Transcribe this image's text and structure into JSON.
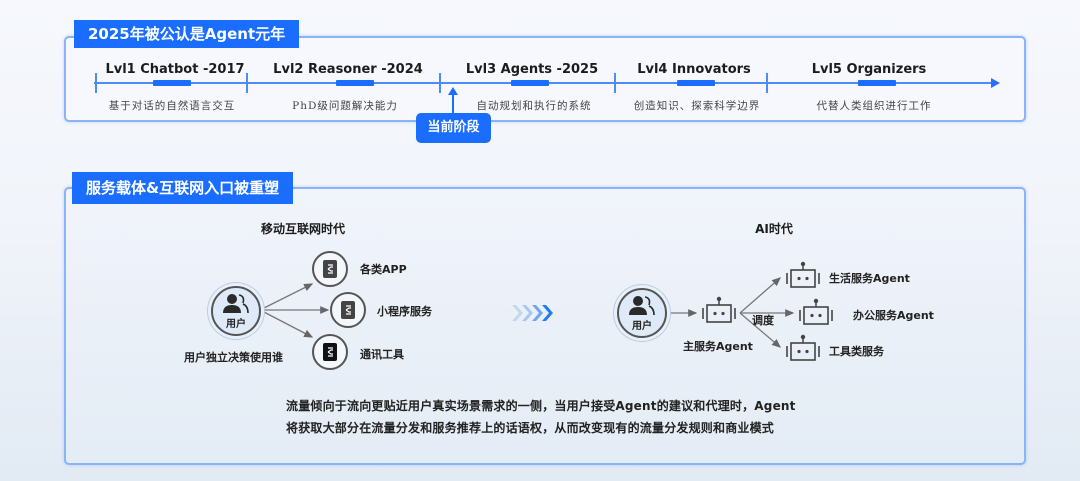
{
  "timeline_section": {
    "tag": "2025年被公认是Agent元年",
    "current_stage_label": "当前阶段",
    "stages": [
      {
        "title": "Lvl1 Chatbot -2017",
        "desc": "基于对话的自然语言交互"
      },
      {
        "title": "Lvl2 Reasoner -2024",
        "desc": "PhD级问题解决能力"
      },
      {
        "title": "Lvl3 Agents -2025",
        "desc": "自动规划和执行的系统"
      },
      {
        "title": "Lvl4 Innovators",
        "desc": "创造知识、探索科学边界"
      },
      {
        "title": "Lvl5 Organizers",
        "desc": "代替人类组织进行工作"
      }
    ]
  },
  "service_section": {
    "tag": "服务载体&互联网入口被重塑",
    "mobile_era": {
      "title": "移动互联网时代",
      "user_label": "用户",
      "caption": "用户独立决策使用谁",
      "targets": [
        "各类APP",
        "小程序服务",
        "通讯工具"
      ]
    },
    "ai_era": {
      "title": "AI时代",
      "user_label": "用户",
      "main_agent_label": "主服务Agent",
      "dispatch_label": "调度",
      "targets": [
        "生活服务Agent",
        "办公服务Agent",
        "工具类服务"
      ]
    },
    "summary": [
      "流量倾向于流向更贴近用户真实场景需求的一侧，当用户接受Agent的建议和代理时，Agent",
      "将获取大部分在流量分发和服务推荐上的话语权，从而改变现有的流量分发规则和商业模式"
    ]
  },
  "colors": {
    "accent": "#1a6dff",
    "panel_border": "#8ab4f8",
    "axis": "#4d8bf5"
  }
}
